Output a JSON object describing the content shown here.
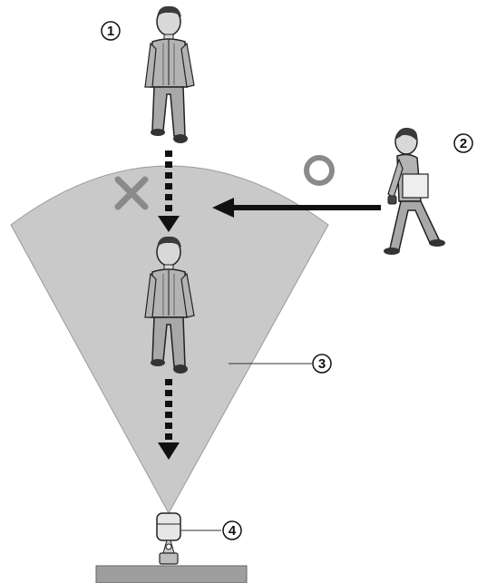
{
  "callouts": [
    {
      "id": "1",
      "label": "①"
    },
    {
      "id": "2",
      "label": "②"
    },
    {
      "id": "3",
      "label": "③"
    },
    {
      "id": "4",
      "label": "④"
    }
  ],
  "marks": {
    "wrong_direction": "✕",
    "correct_direction": "○"
  },
  "colors": {
    "detection_area": "#c9c9c9",
    "mark_gray": "#8a8a8a",
    "arrow": "#111111",
    "person_shirt": "#b3b3b3",
    "person_pants": "#a8a8a8",
    "person_hair": "#3a3a3a",
    "floor": "#9e9e9e"
  },
  "icons": {
    "person_front": "person-walking-toward-sensor",
    "person_side": "person-walking-across",
    "sensor": "motion-sensor-icon"
  }
}
